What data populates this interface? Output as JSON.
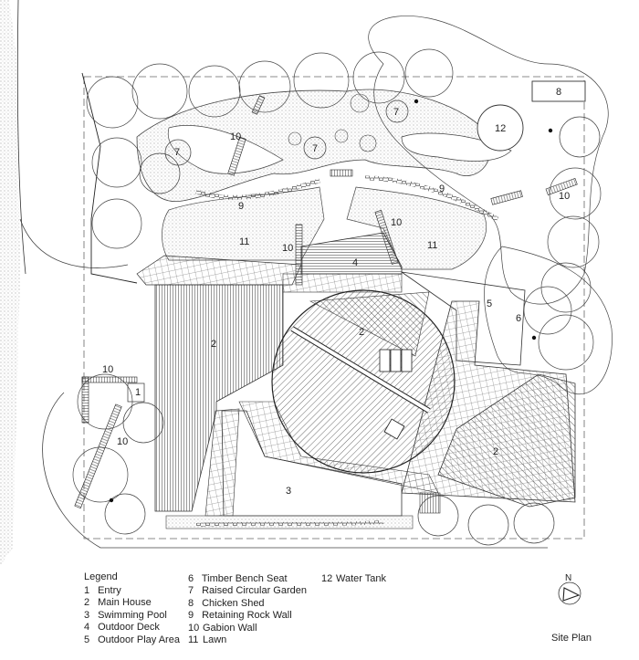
{
  "plan_labels": {
    "main_house_a": "2",
    "main_house_b": "2",
    "main_house_c": "2",
    "pool": "3",
    "deck": "4",
    "play_area": "5",
    "bench": "6",
    "garden_a": "7",
    "garden_b": "7",
    "garden_c": "7",
    "shed": "8",
    "rockwall_a": "9",
    "rockwall_b": "9",
    "gabion_a": "10",
    "gabion_b": "10",
    "gabion_c": "10",
    "gabion_d": "10",
    "gabion_e": "10",
    "gabion_f": "10",
    "lawn_a": "11",
    "lawn_b": "11",
    "tank": "12",
    "entry": "1"
  },
  "legend": {
    "title": "Legend",
    "items": [
      {
        "num": "1",
        "text": "Entry"
      },
      {
        "num": "2",
        "text": "Main House"
      },
      {
        "num": "3",
        "text": "Swimming Pool"
      },
      {
        "num": "4",
        "text": "Outdoor Deck"
      },
      {
        "num": "5",
        "text": "Outdoor Play Area"
      },
      {
        "num": "6",
        "text": "Timber Bench Seat"
      },
      {
        "num": "7",
        "text": "Raised Circular Garden"
      },
      {
        "num": "8",
        "text": "Chicken Shed"
      },
      {
        "num": "9",
        "text": "Retaining Rock Wall"
      },
      {
        "num": "10",
        "text": "Gabion Wall"
      },
      {
        "num": "11",
        "text": "Lawn"
      },
      {
        "num": "12",
        "text": "Water Tank"
      }
    ]
  },
  "north": "N",
  "caption": "Site Plan",
  "icons": [
    "north-arrow-icon"
  ]
}
